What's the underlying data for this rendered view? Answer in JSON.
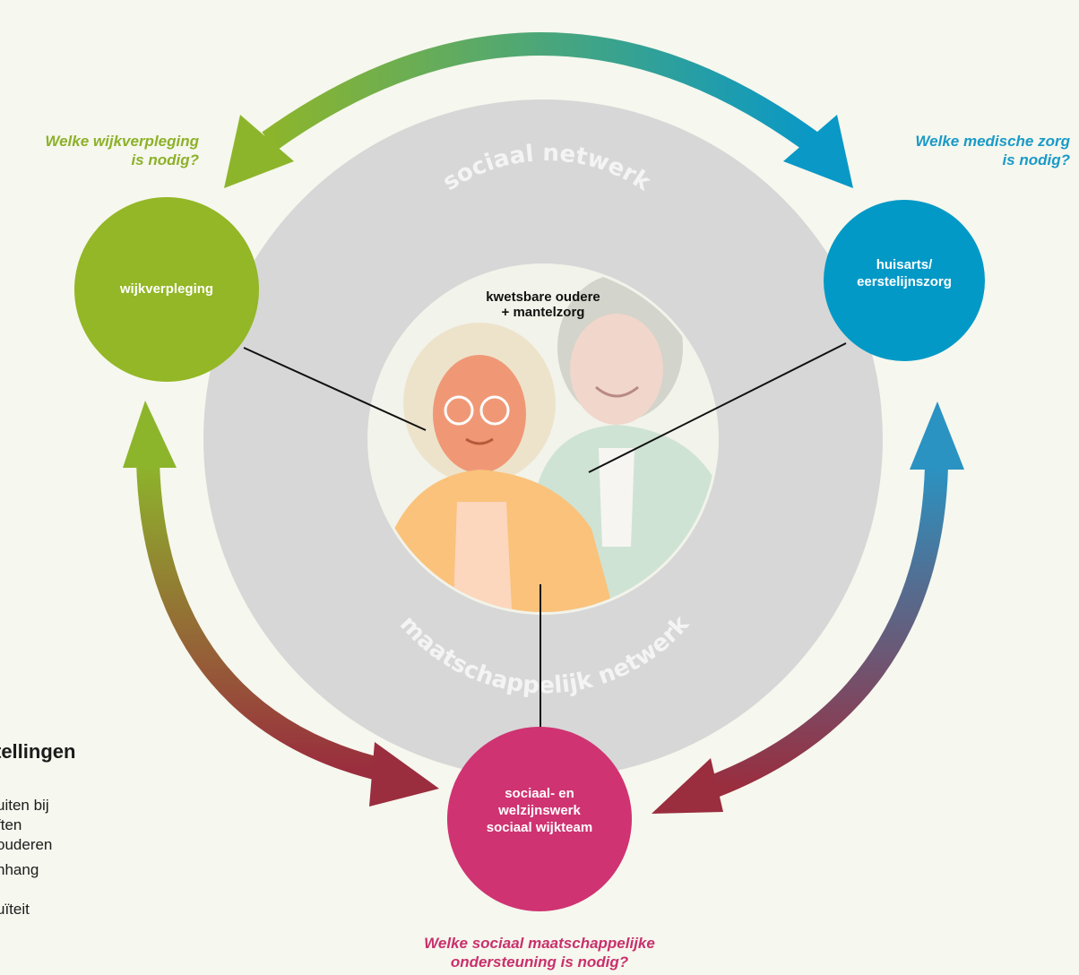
{
  "diagram": {
    "outer_ring_top": "sociaal netwerk",
    "outer_ring_bottom": "maatschappelijk netwerk",
    "center": {
      "label": "kwetsbare oudere\n+ mantelzorg"
    },
    "nodes": [
      {
        "id": "wijkverpleging",
        "label": "wijkverpleging",
        "color": "#93b726"
      },
      {
        "id": "huisarts",
        "label": "huisarts/\neerstelijnszorg",
        "color": "#0399c7"
      },
      {
        "id": "sociaal",
        "label": "sociaal- en\nwelzijnswerk\nsociaal wijkteam",
        "color": "#cf3372"
      }
    ],
    "questions": {
      "left": {
        "text": "Welke wijkverpleging\nis nodig?",
        "color": "#8db12a"
      },
      "right": {
        "text": "Welke medische zorg\nis nodig?",
        "color": "#1a9ac8"
      },
      "bottom": {
        "text": "Welke sociaal maatschappelijke\nondersteuning is nodig?",
        "color": "#c9306c"
      }
    }
  },
  "sidebar": {
    "title": "tellingen",
    "items": [
      "uiten bij\nften ouderen",
      "nhang",
      "uïteit"
    ]
  },
  "colors": {
    "background": "#f6f7ee",
    "ring": "#d7d7d7",
    "arrow_green": "#8db52b",
    "arrow_blue": "#0a98c6",
    "arrow_red": "#9a2d3e"
  }
}
